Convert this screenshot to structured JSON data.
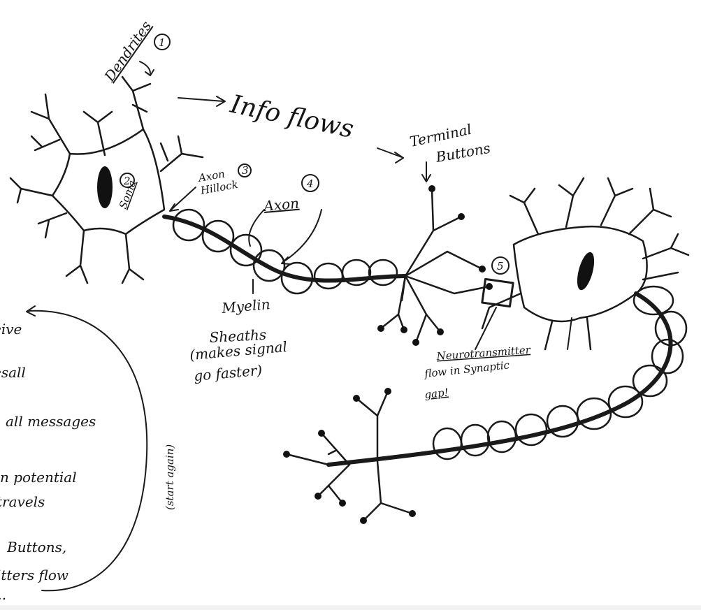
{
  "labels": {
    "dendrites": "Dendrites",
    "dendrites_num": "1",
    "soma": "Soma",
    "soma_num": "2",
    "info_flows": "Info flows",
    "terminal_1": "Terminal",
    "terminal_2": "Buttons",
    "axon_hillock_1": "Axon",
    "axon_hillock_2": "Hillock",
    "axon_hillock_num": "3",
    "axon": "Axon",
    "axon_num": "4",
    "myelin_1": "Myelin",
    "myelin_2": "Sheaths",
    "myelin_3": "(makes signal",
    "myelin_4": "go faster)",
    "synapse_num": "5",
    "neuro_1": "Neurotransmitter",
    "neuro_2": "flow in Synaptic",
    "neuro_3": "gap!",
    "start_again": "(start again)"
  },
  "left_notes": [
    "eive",
    "esall",
    "all messages",
    "n potential",
    "travels",
    "Buttons,",
    "itters flow",
    "..."
  ]
}
